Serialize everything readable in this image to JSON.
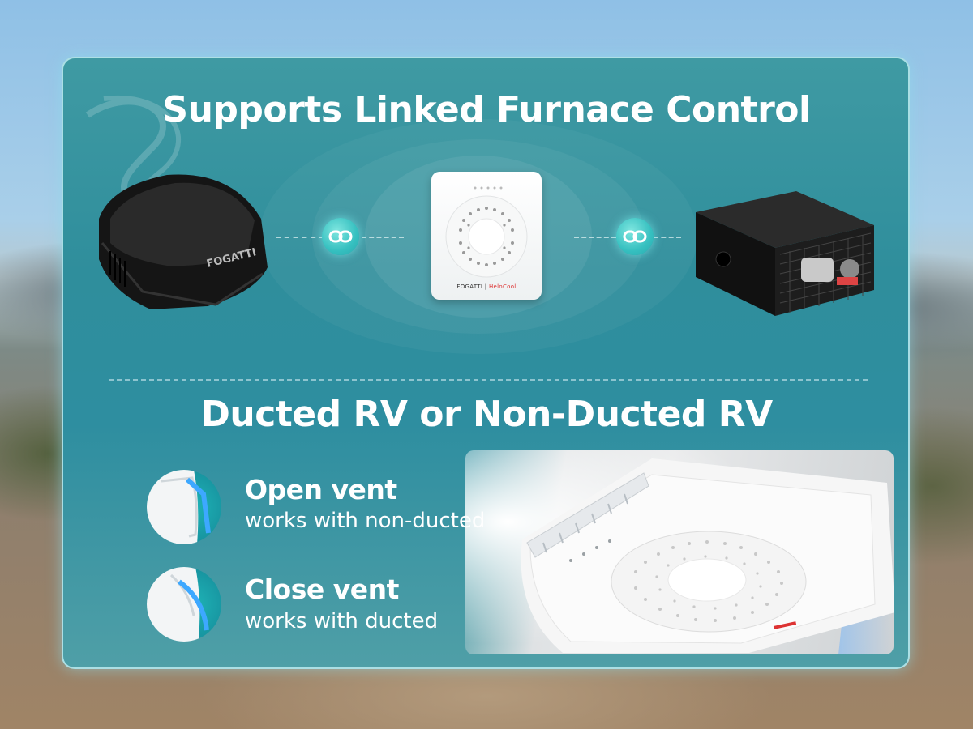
{
  "headline_top": "Supports Linked Furnace Control",
  "headline_bottom": "Ducted RV or Non-Ducted RV",
  "devices": {
    "ac_brand": "FOGATTI",
    "thermostat_brand_left": "FOGATTI",
    "thermostat_brand_right": "HeloCool"
  },
  "link_icon": "link-chain-icon",
  "vents": [
    {
      "title": "Open vent",
      "subtitle": "works with non-ducted",
      "icon": "open-vent-icon"
    },
    {
      "title": "Close vent",
      "subtitle": "works with ducted",
      "icon": "close-vent-icon"
    }
  ],
  "colors": {
    "panel": "#2f8e9c",
    "accent": "#36c0c0",
    "text": "#ffffff"
  }
}
